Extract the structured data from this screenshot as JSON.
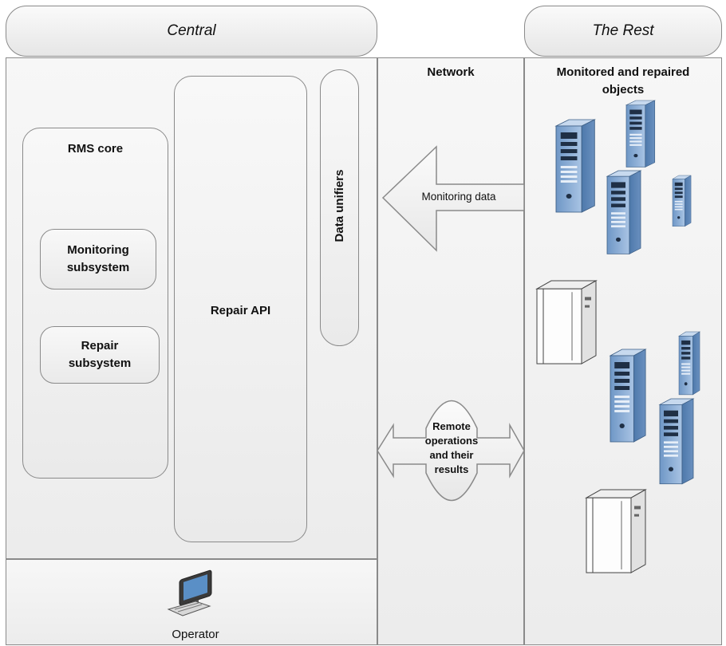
{
  "headers": {
    "central": "Central",
    "rest": "The Rest"
  },
  "columns": {
    "network_title": "Network",
    "monitored_title": "Monitored and repaired objects"
  },
  "central": {
    "rms_core_title": "RMS  core",
    "monitoring_subsystem": "Monitoring subsystem",
    "repair_subsystem": "Repair subsystem",
    "repair_api": "Repair API",
    "data_unifiers": "Data unifiers"
  },
  "flows": {
    "monitoring_data": "Monitoring data",
    "remote_operations": "Remote operations and their results"
  },
  "operator": {
    "label": "Operator",
    "icon": "workstation-icon"
  },
  "objects": {
    "server_icon": "server-tower-icon",
    "cabinet_icon": "server-cabinet-icon"
  }
}
